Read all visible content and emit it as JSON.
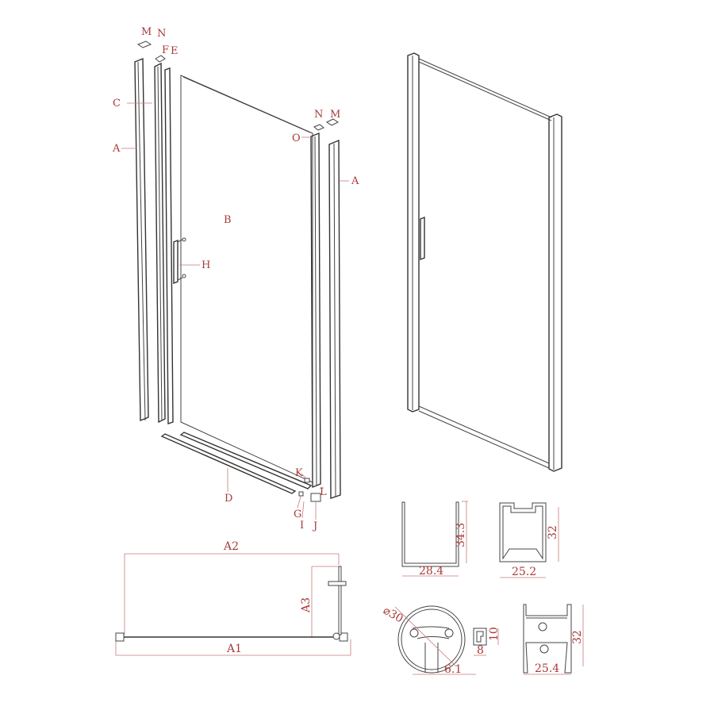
{
  "exploded_view": {
    "labels": {
      "M_left": "M",
      "N_left": "N",
      "F": "F",
      "E": "E",
      "C": "C",
      "A_left": "A",
      "B": "B",
      "H": "H",
      "N_right": "N",
      "M_right": "M",
      "O": "O",
      "A_right": "A",
      "K": "K",
      "L": "L",
      "D": "D",
      "G": "G",
      "I": "I",
      "J": "J"
    }
  },
  "plan_view": {
    "A2": "A2",
    "A3": "A3",
    "A1": "A1"
  },
  "profiles": {
    "u_channel": {
      "height": "34.3",
      "width": "28.4"
    },
    "jamb": {
      "height": "32",
      "width": "25.2"
    },
    "round": {
      "diameter": "⌀30",
      "width": "6.1"
    },
    "small": {
      "height": "10",
      "width": "8"
    },
    "h_profile": {
      "height": "32",
      "width": "25.4"
    }
  },
  "colors": {
    "label": "#a83a3a",
    "dimension_line": "#c97a7a",
    "line": "#444444"
  }
}
